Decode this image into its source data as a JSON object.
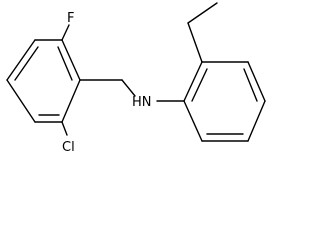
{
  "molecule": {
    "atoms": {
      "fluorine": "F",
      "chlorine": "Cl",
      "amine": "HN"
    },
    "bond_color": "#000000",
    "background_color": "#ffffff"
  }
}
